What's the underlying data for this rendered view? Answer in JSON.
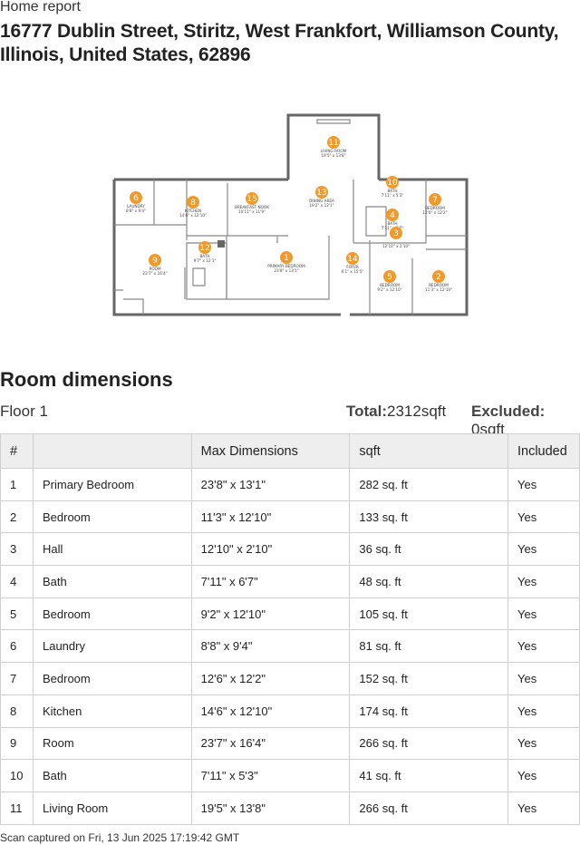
{
  "header": {
    "report_label": "Home report",
    "address": "16777 Dublin Street, Stiritz, West Frankfort, Williamson County, Illinois, United States, 62896"
  },
  "floorplan": {
    "accent_color": "#ef9a2a",
    "rooms": [
      {
        "num": "11",
        "name": "LIVING ROOM",
        "dims": "19'5\" x 13'8\""
      },
      {
        "num": "10",
        "name": "BATH",
        "dims": "7'11\" x 5'3\""
      },
      {
        "num": "6",
        "name": "LAUNDRY",
        "dims": "8'8\" x 9'4\""
      },
      {
        "num": "8",
        "name": "KITCHEN",
        "dims": "14'6\" x 12'10\""
      },
      {
        "num": "15",
        "name": "BREAKFAST NOOK",
        "dims": "10'11\" x 11'9\""
      },
      {
        "num": "13",
        "name": "DINING AREA",
        "dims": "19'2\" x 12'1\""
      },
      {
        "num": "7",
        "name": "BEDROOM",
        "dims": "12'6\" x 12'2\""
      },
      {
        "num": "4",
        "name": "BATH",
        "dims": "7'11\" x 6'7\""
      },
      {
        "num": "3",
        "name": "HALL",
        "dims": "12'10\" x 2'10\""
      },
      {
        "num": "12",
        "name": "BATH",
        "dims": "9'7\" x 12'1\""
      },
      {
        "num": "9",
        "name": "ROOM",
        "dims": "23'7\" x 16'4\""
      },
      {
        "num": "1",
        "name": "PRIMARY BEDROOM",
        "dims": "23'8\" x 13'1\""
      },
      {
        "num": "14",
        "name": "FOYER",
        "dims": "6'1\" x 15'5\""
      },
      {
        "num": "5",
        "name": "BEDROOM",
        "dims": "9'2\" x 12'10\""
      },
      {
        "num": "2",
        "name": "BEDROOM",
        "dims": "11'3\" x 12'10\""
      }
    ]
  },
  "section": {
    "title": "Room dimensions",
    "floor_name": "Floor 1",
    "total_label": "Total:",
    "total_value": "2312sqft",
    "excluded_label": "Excluded:",
    "excluded_value": "0sqft"
  },
  "table": {
    "headers": [
      "#",
      "",
      "Max Dimensions",
      "sqft",
      "Included"
    ],
    "rows": [
      [
        "1",
        "Primary Bedroom",
        "23'8\" x 13'1\"",
        "282 sq. ft",
        "Yes"
      ],
      [
        "2",
        "Bedroom",
        "11'3\" x 12'10\"",
        "133 sq. ft",
        "Yes"
      ],
      [
        "3",
        "Hall",
        "12'10\" x 2'10\"",
        "36 sq. ft",
        "Yes"
      ],
      [
        "4",
        "Bath",
        "7'11\" x 6'7\"",
        "48 sq. ft",
        "Yes"
      ],
      [
        "5",
        "Bedroom",
        "9'2\" x 12'10\"",
        "105 sq. ft",
        "Yes"
      ],
      [
        "6",
        "Laundry",
        "8'8\" x 9'4\"",
        "81 sq. ft",
        "Yes"
      ],
      [
        "7",
        "Bedroom",
        "12'6\" x 12'2\"",
        "152 sq. ft",
        "Yes"
      ],
      [
        "8",
        "Kitchen",
        "14'6\" x 12'10\"",
        "174 sq. ft",
        "Yes"
      ],
      [
        "9",
        "Room",
        "23'7\" x 16'4\"",
        "266 sq. ft",
        "Yes"
      ],
      [
        "10",
        "Bath",
        "7'11\" x 5'3\"",
        "41 sq. ft",
        "Yes"
      ],
      [
        "11",
        "Living Room",
        "19'5\" x 13'8\"",
        "266 sq. ft",
        "Yes"
      ]
    ]
  },
  "footer": {
    "scan_text": "Scan captured on Fri, 13 Jun 2025 17:19:42 GMT"
  }
}
